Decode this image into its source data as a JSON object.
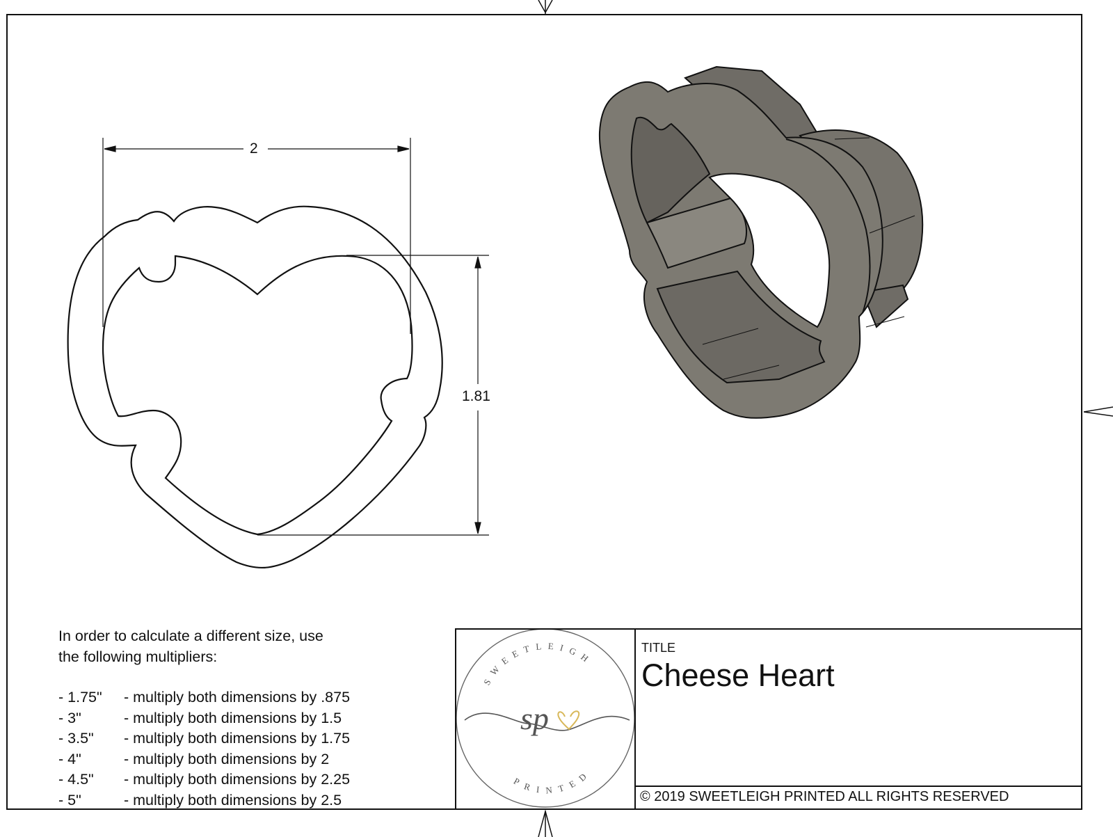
{
  "drawing": {
    "dimensions": {
      "width_label": "2",
      "height_label": "1.81"
    },
    "views": [
      "front-outline",
      "isometric-3d"
    ],
    "colors": {
      "line": "#111111",
      "model_fill": "#7d7a72",
      "model_dark": "#5e5b55",
      "logo_gold": "#d8b85a",
      "logo_gray": "#555555"
    }
  },
  "notes": {
    "intro_line1": "In order to calculate a different size, use",
    "intro_line2": "the following multipliers:",
    "multipliers": [
      {
        "size": "- 1.75\"",
        "text": "- multiply both dimensions by .875"
      },
      {
        "size": "- 3\"",
        "text": "- multiply both dimensions by 1.5"
      },
      {
        "size": "- 3.5\"",
        "text": "- multiply both dimensions by 1.75"
      },
      {
        "size": "- 4\"",
        "text": "- multiply both dimensions by 2"
      },
      {
        "size": "- 4.5\"",
        "text": "- multiply both dimensions by 2.25"
      },
      {
        "size": "- 5\"",
        "text": "- multiply both dimensions by 2.5"
      }
    ]
  },
  "titleblock": {
    "logo": {
      "top_text": "SWEETLEIGH",
      "bottom_text": "PRINTED",
      "monogram": "sp"
    },
    "title_label": "TITLE",
    "title_value": "Cheese Heart",
    "copyright": "© 2019  SWEETLEIGH PRINTED  ALL RIGHTS RESERVED"
  }
}
